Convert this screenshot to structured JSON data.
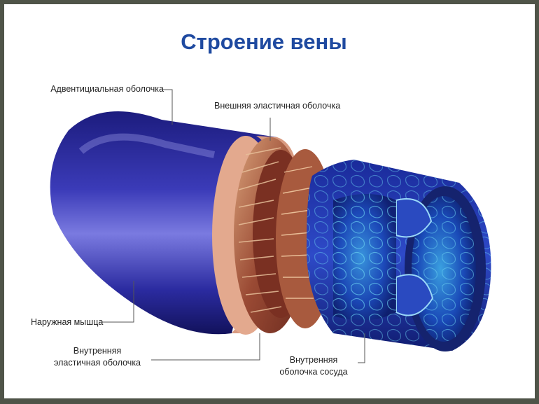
{
  "title": "Строение вены",
  "labels": {
    "adventitia": "Адвентициальная оболочка",
    "outer_elastic": "Внешняя эластичная оболочка",
    "muscle": "Наружная мышца",
    "inner_elastic_line1": "Внутренняя",
    "inner_elastic_line2": "эластичная оболочка",
    "intima_line1": "Внутренняя",
    "intima_line2": "оболочка сосуда"
  },
  "colors": {
    "title": "#1f4aa0",
    "vessel_outer": "#2a2a9a",
    "vessel_highlight": "#6a6ad8",
    "elastic_layer": "#c98a6a",
    "muscle_fibers": "#8a3a2a",
    "intima": "#1a3ab0",
    "frame": "#4f5448"
  }
}
